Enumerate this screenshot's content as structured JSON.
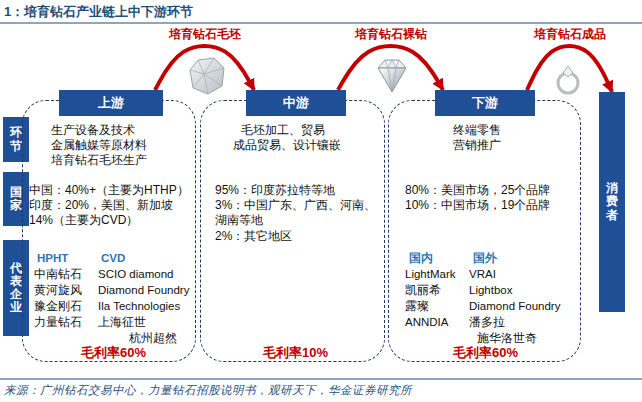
{
  "diagram": {
    "title": "1：培育钻石产业链上中下游环节",
    "caption": "来源：广州钻石交易中心，力量钻石招股说明书，观研天下，华金证券研究所",
    "nodes": [
      {
        "text": [
          "环节"
        ]
      },
      {
        "text": [
          "国家"
        ]
      },
      {
        "text": [
          "代表企业"
        ]
      },
      {
        "text": [
          "生产设备及技术",
          "金属触媒等原材料",
          "培育钻石毛坯生产",
          "中国：40%+（主要为HTHP）",
          "印度：20%，美国、新加坡",
          "14%（主要为CVD）",
          "HPHT",
          "CVD",
          "中南钻石",
          "黄河旋风",
          "豫金刚石",
          "力量钻石",
          "SCIO diamond",
          "Diamond Foundry",
          "Ila Technologies",
          "上海征世",
          "杭州超然",
          "毛利率60%"
        ]
      },
      {
        "text": [
          "上游"
        ],
        "in": 3
      },
      {
        "text": [
          "毛坯加工、贸易",
          "成品贸易、设计镶嵌",
          "95%：印度苏拉特等地",
          "3%：中国广东、广西、河南、湖南等地",
          "2%：其它地区",
          "毛利率10%"
        ]
      },
      {
        "text": [
          "中游"
        ],
        "in": 5
      },
      {
        "text": [
          "终端零售",
          "营销推广",
          "80%：美国市场，25个品牌",
          "10%：中国市场，19个品牌",
          "国内",
          "国外",
          "LightMark",
          "凯丽希",
          "露璨",
          "ANNDIA",
          "VRAI",
          "Lightbox",
          "Diamond Foundry",
          "潘多拉",
          "施华洛世奇",
          "毛利率60%"
        ]
      },
      {
        "text": [
          "下游"
        ],
        "in": 7
      },
      {
        "text": [
          "消费者"
        ]
      }
    ],
    "edges": [
      {
        "from": 4,
        "to": 6,
        "label": "培育钻石毛坯",
        "arrow": "to"
      },
      {
        "from": 6,
        "to": 8,
        "label": "培育钻石裸钻",
        "arrow": "to"
      },
      {
        "from": 8,
        "to": 9,
        "label": "培育钻石成品",
        "arrow": "to"
      }
    ]
  }
}
